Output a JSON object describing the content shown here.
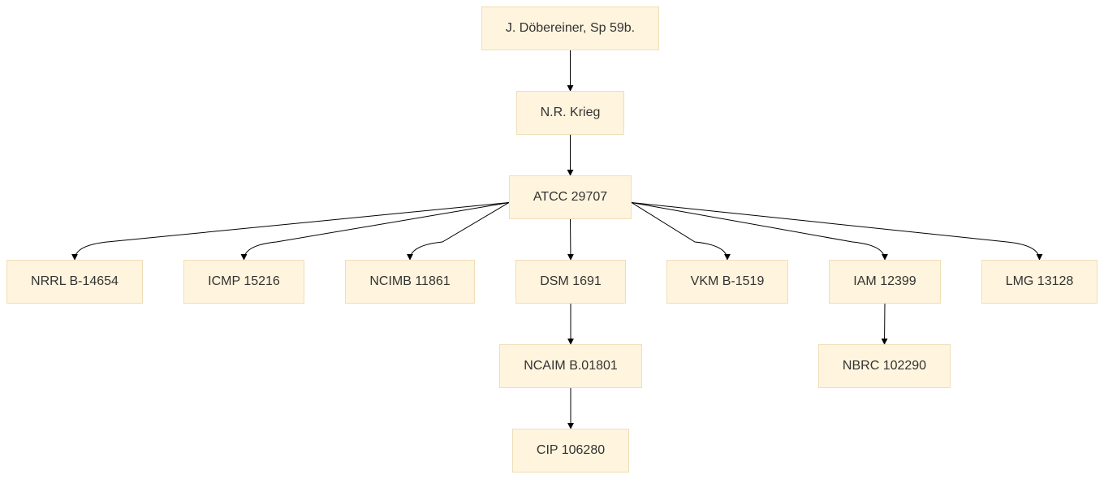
{
  "diagram": {
    "nodes": {
      "dobereiner": "J. Döbereiner, Sp 59b.",
      "krieg": "N.R. Krieg",
      "atcc": "ATCC 29707",
      "nrrl": "NRRL B-14654",
      "icmp": "ICMP 15216",
      "ncimb": "NCIMB 11861",
      "dsm": "DSM 1691",
      "vkm": "VKM B-1519",
      "iam": "IAM 12399",
      "lmg": "LMG 13128",
      "ncaim": "NCAIM B.01801",
      "nbrc": "NBRC 102290",
      "cip": "CIP 106280"
    },
    "edges": [
      [
        "dobereiner",
        "krieg"
      ],
      [
        "krieg",
        "atcc"
      ],
      [
        "atcc",
        "nrrl"
      ],
      [
        "atcc",
        "icmp"
      ],
      [
        "atcc",
        "ncimb"
      ],
      [
        "atcc",
        "dsm"
      ],
      [
        "atcc",
        "vkm"
      ],
      [
        "atcc",
        "iam"
      ],
      [
        "atcc",
        "lmg"
      ],
      [
        "dsm",
        "ncaim"
      ],
      [
        "ncaim",
        "cip"
      ],
      [
        "iam",
        "nbrc"
      ]
    ]
  }
}
